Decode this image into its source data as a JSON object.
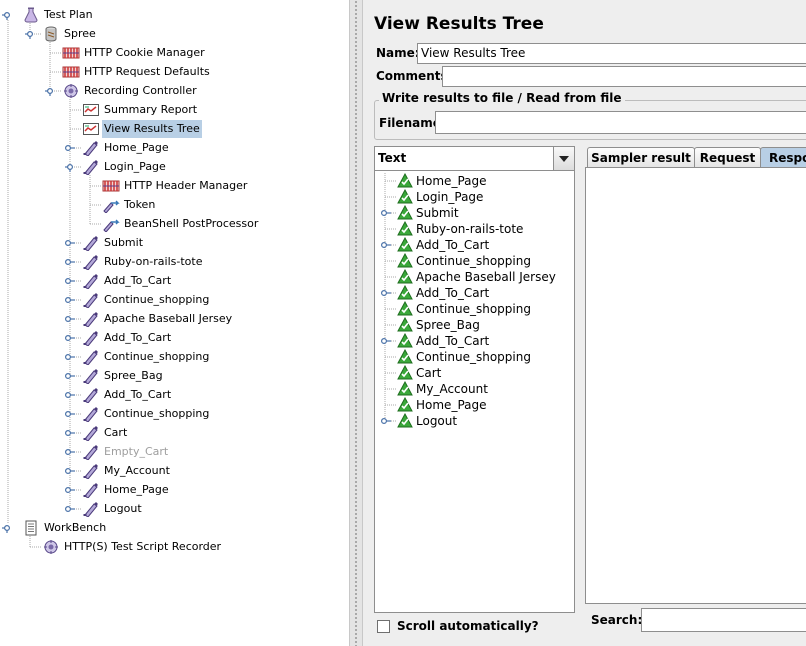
{
  "test_tree": {
    "items": [
      {
        "label": "Test Plan",
        "icon": "flask-icon",
        "level": 0,
        "handle": "open"
      },
      {
        "label": "Spree",
        "icon": "thread-group-icon",
        "level": 1,
        "handle": "open"
      },
      {
        "label": "HTTP Cookie Manager",
        "icon": "config-element-icon",
        "level": 2,
        "handle": "none"
      },
      {
        "label": "HTTP Request Defaults",
        "icon": "config-element-icon",
        "level": 2,
        "handle": "none"
      },
      {
        "label": "Recording Controller",
        "icon": "controller-icon",
        "level": 2,
        "handle": "open"
      },
      {
        "label": "Summary Report",
        "icon": "listener-icon",
        "level": 3,
        "handle": "none"
      },
      {
        "label": "View Results Tree",
        "icon": "listener-icon",
        "level": 3,
        "handle": "none",
        "selected": true
      },
      {
        "label": "Home_Page",
        "icon": "sampler-icon",
        "level": 3,
        "handle": "closed"
      },
      {
        "label": "Login_Page",
        "icon": "sampler-icon",
        "level": 3,
        "handle": "open"
      },
      {
        "label": "HTTP Header Manager",
        "icon": "config-element-icon",
        "level": 4,
        "handle": "none"
      },
      {
        "label": "Token",
        "icon": "post-processor-icon",
        "level": 4,
        "handle": "none"
      },
      {
        "label": "BeanShell PostProcessor",
        "icon": "post-processor-icon",
        "level": 4,
        "handle": "none"
      },
      {
        "label": "Submit",
        "icon": "sampler-icon",
        "level": 3,
        "handle": "closed"
      },
      {
        "label": "Ruby-on-rails-tote",
        "icon": "sampler-icon",
        "level": 3,
        "handle": "closed"
      },
      {
        "label": "Add_To_Cart",
        "icon": "sampler-icon",
        "level": 3,
        "handle": "closed"
      },
      {
        "label": "Continue_shopping",
        "icon": "sampler-icon",
        "level": 3,
        "handle": "closed"
      },
      {
        "label": "Apache Baseball Jersey",
        "icon": "sampler-icon",
        "level": 3,
        "handle": "closed"
      },
      {
        "label": "Add_To_Cart",
        "icon": "sampler-icon",
        "level": 3,
        "handle": "closed"
      },
      {
        "label": "Continue_shopping",
        "icon": "sampler-icon",
        "level": 3,
        "handle": "closed"
      },
      {
        "label": "Spree_Bag",
        "icon": "sampler-icon",
        "level": 3,
        "handle": "closed"
      },
      {
        "label": "Add_To_Cart",
        "icon": "sampler-icon",
        "level": 3,
        "handle": "closed"
      },
      {
        "label": "Continue_shopping",
        "icon": "sampler-icon",
        "level": 3,
        "handle": "closed"
      },
      {
        "label": "Cart",
        "icon": "sampler-icon",
        "level": 3,
        "handle": "closed"
      },
      {
        "label": "Empty_Cart",
        "icon": "sampler-icon",
        "level": 3,
        "handle": "closed",
        "disabled": true
      },
      {
        "label": "My_Account",
        "icon": "sampler-icon",
        "level": 3,
        "handle": "closed"
      },
      {
        "label": "Home_Page",
        "icon": "sampler-icon",
        "level": 3,
        "handle": "closed"
      },
      {
        "label": "Logout",
        "icon": "sampler-icon",
        "level": 3,
        "handle": "closed"
      },
      {
        "label": "WorkBench",
        "icon": "workbench-icon",
        "level": 0,
        "handle": "open"
      },
      {
        "label": "HTTP(S) Test Script Recorder",
        "icon": "controller-icon",
        "level": 1,
        "handle": "none"
      }
    ]
  },
  "panel": {
    "title": "View Results Tree",
    "name_label": "Name:",
    "name_value": "View Results Tree",
    "comments_label": "Comments:",
    "comments_value": "",
    "file_group_title": "Write results to file / Read from file",
    "filename_label": "Filename",
    "filename_value": ""
  },
  "results": {
    "renderer_selected": "Text",
    "items": [
      {
        "label": "Home_Page",
        "expandable": false
      },
      {
        "label": "Login_Page",
        "expandable": false
      },
      {
        "label": "Submit",
        "expandable": true
      },
      {
        "label": "Ruby-on-rails-tote",
        "expandable": false
      },
      {
        "label": "Add_To_Cart",
        "expandable": true
      },
      {
        "label": "Continue_shopping",
        "expandable": false
      },
      {
        "label": "Apache Baseball Jersey",
        "expandable": false
      },
      {
        "label": "Add_To_Cart",
        "expandable": true
      },
      {
        "label": "Continue_shopping",
        "expandable": false
      },
      {
        "label": "Spree_Bag",
        "expandable": false
      },
      {
        "label": "Add_To_Cart",
        "expandable": true
      },
      {
        "label": "Continue_shopping",
        "expandable": false
      },
      {
        "label": "Cart",
        "expandable": false
      },
      {
        "label": "My_Account",
        "expandable": false
      },
      {
        "label": "Home_Page",
        "expandable": false
      },
      {
        "label": "Logout",
        "expandable": true
      }
    ],
    "scroll_auto_label": "Scroll automatically?",
    "scroll_auto_checked": false
  },
  "tabs": [
    {
      "label": "Sampler result",
      "active": false
    },
    {
      "label": "Request",
      "active": false
    },
    {
      "label": "Respo",
      "active": true
    }
  ],
  "search": {
    "label": "Search:",
    "value": ""
  },
  "colors": {
    "selection": "#b8cfe5",
    "success_green": "#2e9e2e",
    "tree_line": "#a9a9a9",
    "handle_blue": "#4a72a8"
  }
}
